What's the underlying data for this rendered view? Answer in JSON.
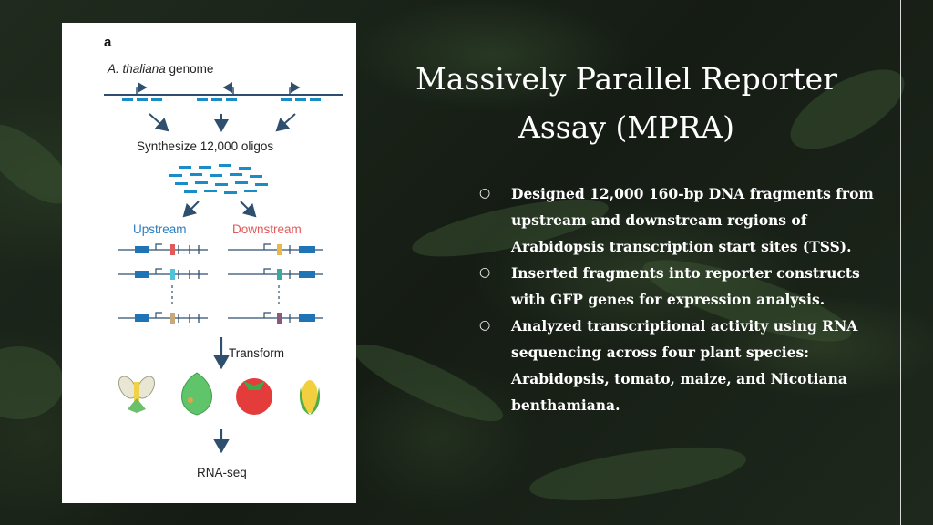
{
  "slide": {
    "title": "Massively Parallel Reporter Assay (MPRA)",
    "bullet_marker": "○",
    "bullets": [
      "Designed 12,000 160-bp DNA fragments from upstream and downstream regions of Arabidopsis transcription start sites (TSS).",
      "Inserted fragments into reporter constructs with GFP genes for expression analysis.",
      "Analyzed transcriptional activity using RNA sequencing across four plant species: Arabidopsis, tomato, maize, and Nicotiana benthamiana."
    ]
  },
  "figure": {
    "panel_label": "a",
    "genome_label_italic": "A. thaliana",
    "genome_label_rest": " genome",
    "synthesize_label": "Synthesize 12,000 oligos",
    "upstream_label": "Upstream",
    "downstream_label": "Downstream",
    "transform_label": "Transform",
    "rnaseq_label": "RNA-seq",
    "colors": {
      "line": "#2f4f6f",
      "dash": "#1a8cc8",
      "arrow": "#2f4f6f",
      "upstream": "#2e7dc1",
      "downstream": "#e05a5a",
      "reporter_box": "#1e74b4"
    }
  }
}
